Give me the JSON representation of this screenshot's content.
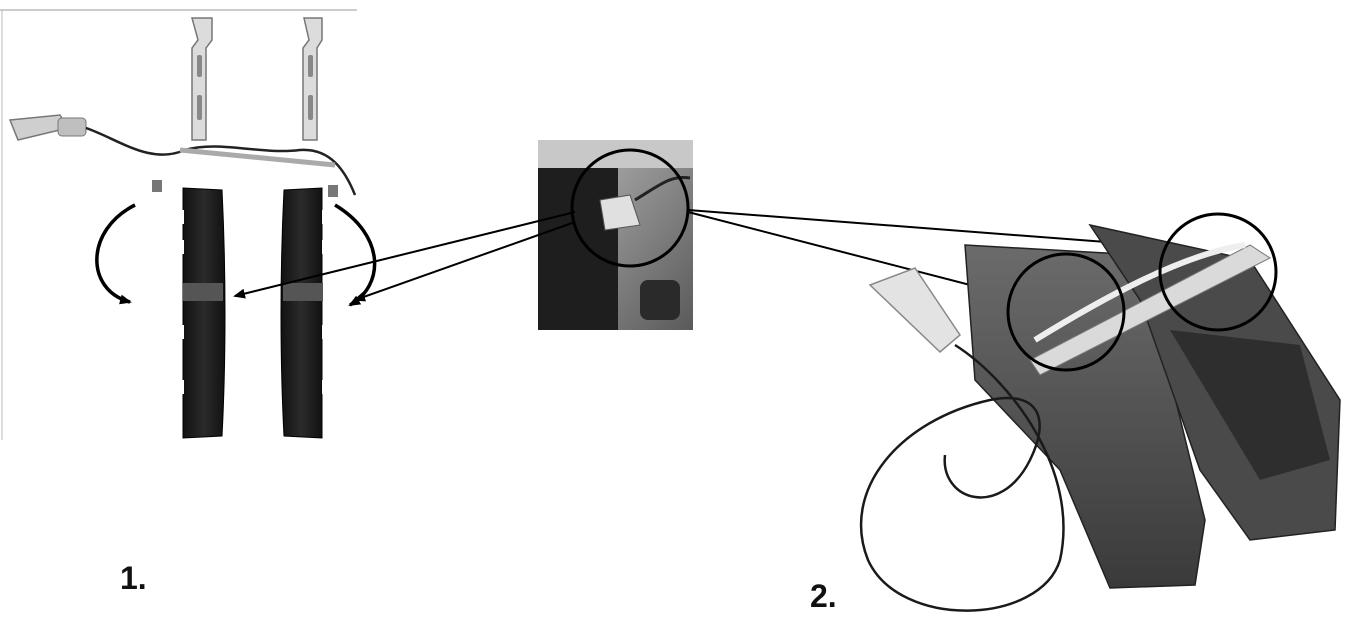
{
  "figure": {
    "description_free": true,
    "steps": [
      {
        "id": "1",
        "label": "1."
      },
      {
        "id": "2",
        "label": "2."
      }
    ],
    "colors": {
      "pad_dark": "#1a1a1a",
      "pad_mid": "#3a3a3a",
      "metal_light": "#d6d6d6",
      "photo_bg": "#9a9a9a",
      "ink": "#000000"
    },
    "icons": [
      "brake-pad",
      "wear-sensor-clip",
      "sensor-connector",
      "callout-circle",
      "arrow"
    ]
  }
}
